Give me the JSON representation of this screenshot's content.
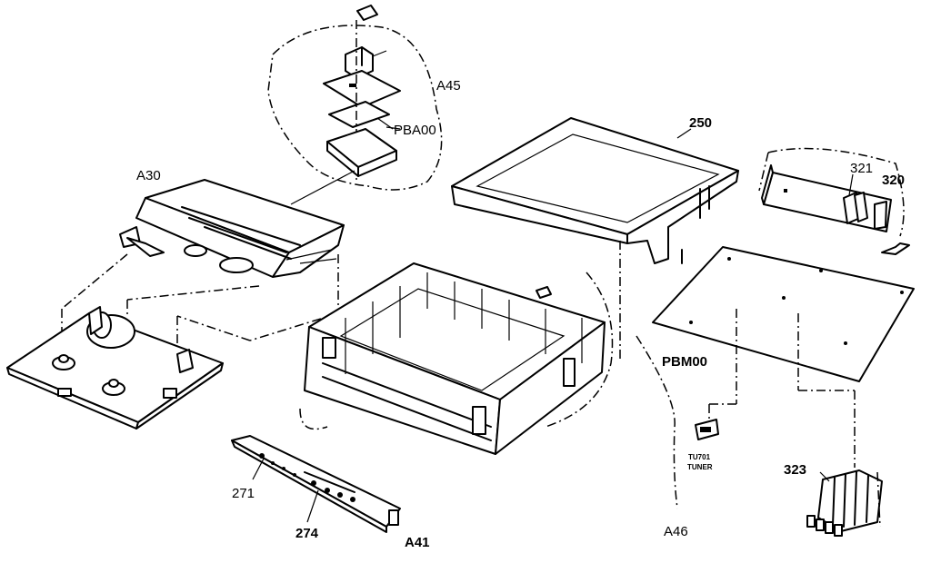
{
  "labels": {
    "a45": "A45",
    "pba00": "PBA00",
    "a30": "A30",
    "p250": "250",
    "p321": "321",
    "p320": "320",
    "pbm00": "PBM00",
    "tu701": "TU701",
    "tuner": "TUNER",
    "p323": "323",
    "p271": "271",
    "p274": "274",
    "a41": "A41",
    "a46": "A46"
  }
}
